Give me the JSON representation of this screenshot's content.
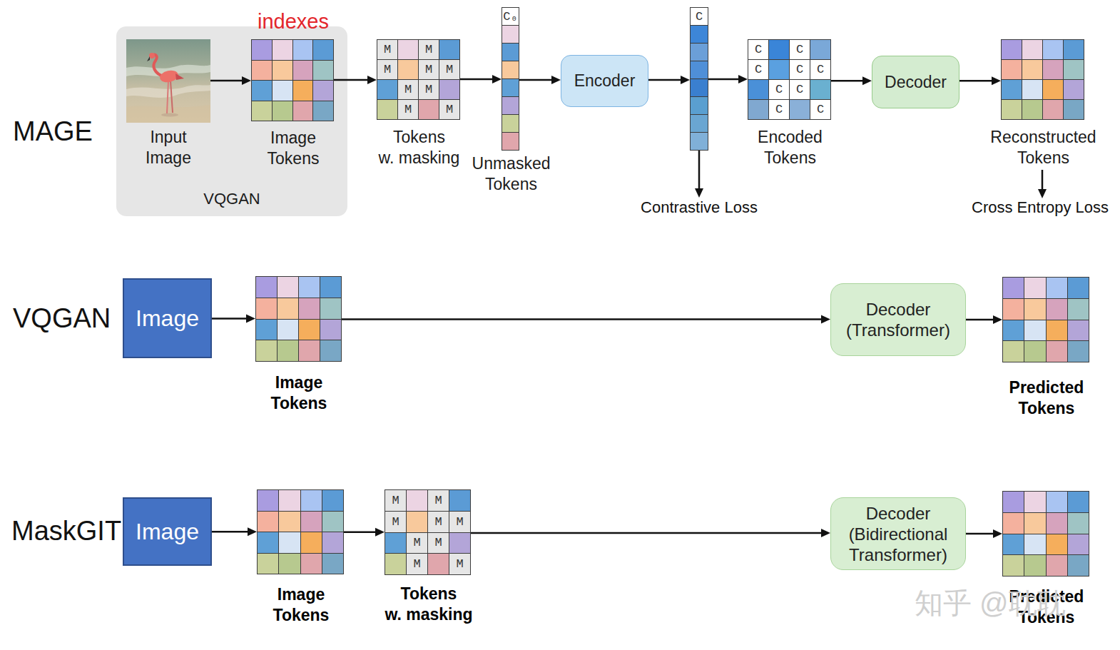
{
  "diagram": {
    "nodes": [
      {
        "text": [
          "VQGAN"
        ]
      },
      {
        "text": [
          "Input Image"
        ],
        "in": 0
      },
      {
        "text": [
          "indexes",
          "Image Tokens"
        ],
        "in": 0
      },
      {
        "text": [
          "M",
          "M",
          "M",
          "M",
          "M",
          "M",
          "M",
          "M",
          "M",
          "Tokens w. masking"
        ]
      },
      {
        "text": [
          "C₀",
          "Unmasked Tokens"
        ]
      },
      {
        "text": [
          "Encoder"
        ]
      },
      {
        "text": [
          "C"
        ]
      },
      {
        "text": [
          "C",
          "C",
          "C",
          "C",
          "C",
          "C",
          "C",
          "C",
          "C",
          "Encoded Tokens"
        ]
      },
      {
        "text": [
          "Decoder"
        ]
      },
      {
        "text": [
          "Reconstructed Tokens"
        ]
      },
      {
        "text": [
          "Image"
        ]
      },
      {
        "text": [
          "Image Tokens"
        ]
      },
      {
        "text": [
          "Decoder (Transformer)"
        ]
      },
      {
        "text": [
          "Predicted Tokens"
        ]
      },
      {
        "text": [
          "Image"
        ]
      },
      {
        "text": [
          "Image Tokens"
        ]
      },
      {
        "text": [
          "M",
          "M",
          "M",
          "M",
          "M",
          "M",
          "M",
          "M",
          "M",
          "Tokens w. masking"
        ]
      },
      {
        "text": [
          "Decoder (Bidirectional Transformer)"
        ]
      },
      {
        "text": [
          "Predicted Tokens"
        ]
      }
    ],
    "edges": [
      {
        "from": 1,
        "to": 2,
        "arrow": "to"
      },
      {
        "from": 2,
        "to": 3,
        "arrow": "to"
      },
      {
        "from": 3,
        "to": 4,
        "arrow": "to"
      },
      {
        "from": 4,
        "to": 5,
        "arrow": "to"
      },
      {
        "from": 5,
        "to": 6,
        "arrow": "to"
      },
      {
        "from": 6,
        "to": 7,
        "arrow": "to"
      },
      {
        "from": 7,
        "to": 8,
        "arrow": "to"
      },
      {
        "from": 8,
        "to": 9,
        "arrow": "to"
      },
      {
        "from": 10,
        "to": 11,
        "arrow": "to"
      },
      {
        "from": 11,
        "to": 12,
        "arrow": "to"
      },
      {
        "from": 12,
        "to": 13,
        "arrow": "to"
      },
      {
        "from": 14,
        "to": 15,
        "arrow": "to"
      },
      {
        "from": 15,
        "to": 16,
        "arrow": "to"
      },
      {
        "from": 16,
        "to": 17,
        "arrow": "to"
      },
      {
        "from": 17,
        "to": 18,
        "arrow": "to"
      }
    ],
    "labels": [
      "MAGE",
      "Contrastive Loss",
      "Cross Entropy Loss",
      "VQGAN",
      "MaskGIT",
      "知乎 @耽耽"
    ]
  }
}
